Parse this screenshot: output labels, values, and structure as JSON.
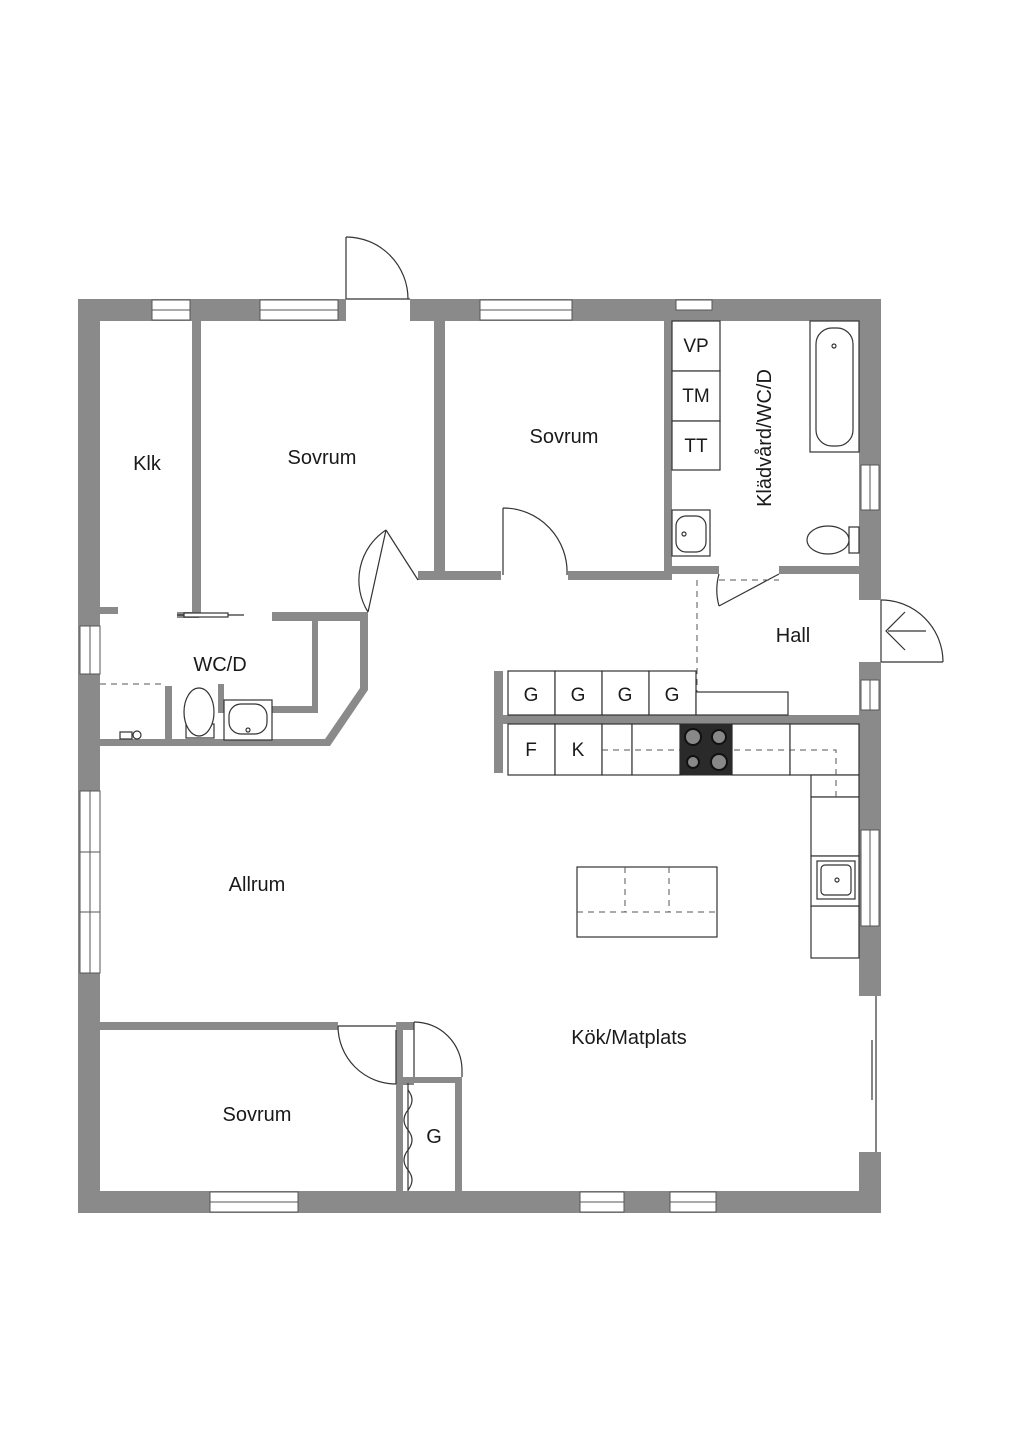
{
  "rooms": {
    "klk": "Klk",
    "sovrum_1": "Sovrum",
    "sovrum_2": "Sovrum",
    "kladvard": "Klädvård/WC/D",
    "wc_d": "WC/D",
    "hall": "Hall",
    "allrum": "Allrum",
    "kok_matplats": "Kök/Matplats",
    "sovrum_3": "Sovrum",
    "garderob": "G"
  },
  "appliances": {
    "vp": "VP",
    "tm": "TM",
    "tt": "TT"
  },
  "kitchen": {
    "g1": "G",
    "g2": "G",
    "g3": "G",
    "g4": "G",
    "f": "F",
    "k": "K"
  }
}
